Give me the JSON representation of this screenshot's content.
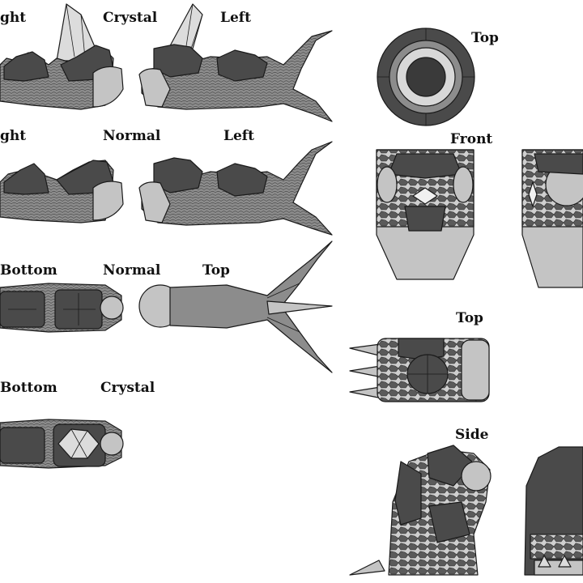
{
  "labels": {
    "r1_right": "ght",
    "r1_crystal": "Crystal",
    "r1_left": "Left",
    "r2_right": "ght",
    "r2_normal": "Normal",
    "r2_left": "Left",
    "r3_bottom": "Bottom",
    "r3_normal": "Normal",
    "r3_top": "Top",
    "r4_bottom": "Bottom",
    "r4_crystal": "Crystal",
    "head_top": "Top",
    "head_front": "Front",
    "foot_top": "Top",
    "foot_side": "Side"
  },
  "colors": {
    "dark": "#4a4a4a",
    "mid": "#8c8c8c",
    "light": "#c4c4c4",
    "crystal": "#dcdcdc",
    "outline": "#1a1a1a"
  }
}
